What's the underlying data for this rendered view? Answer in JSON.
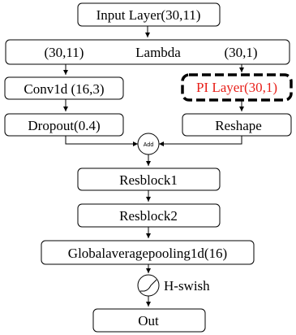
{
  "colors": {
    "stroke": "#000000",
    "background": "#ffffff",
    "highlight_text": "#e8201a"
  },
  "nodes": {
    "input": "Input Layer(30,11)",
    "lambda": {
      "left": "(30,11)",
      "center": "Lambda",
      "right": "(30,1)"
    },
    "conv": "Conv1d (16,3)",
    "pi": "PI Layer(30,1)",
    "dropout": "Dropout(0.4)",
    "reshape": "Reshape",
    "add": "Add",
    "res1": "Resblock1",
    "res2": "Resblock2",
    "gap": "Globalaveragepooling1d(16)",
    "activation": "H-swish",
    "activation_icon": "activation-curve-icon",
    "out": "Out"
  }
}
